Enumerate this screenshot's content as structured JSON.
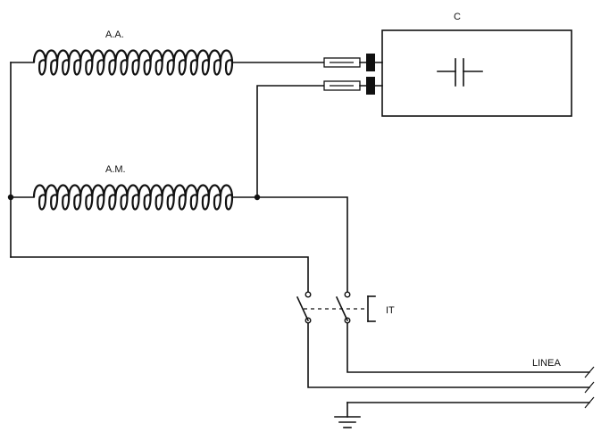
{
  "labels": {
    "coil_start": "A.A.",
    "coil_run": "A.M.",
    "capacitor": "C",
    "switch": "IT",
    "line": "LINEA"
  },
  "colors": {
    "ink": "#111111",
    "background": "#ffffff"
  },
  "icons": {
    "capacitor_symbol": "capacitor-icon",
    "ground_symbol": "ground-icon"
  }
}
